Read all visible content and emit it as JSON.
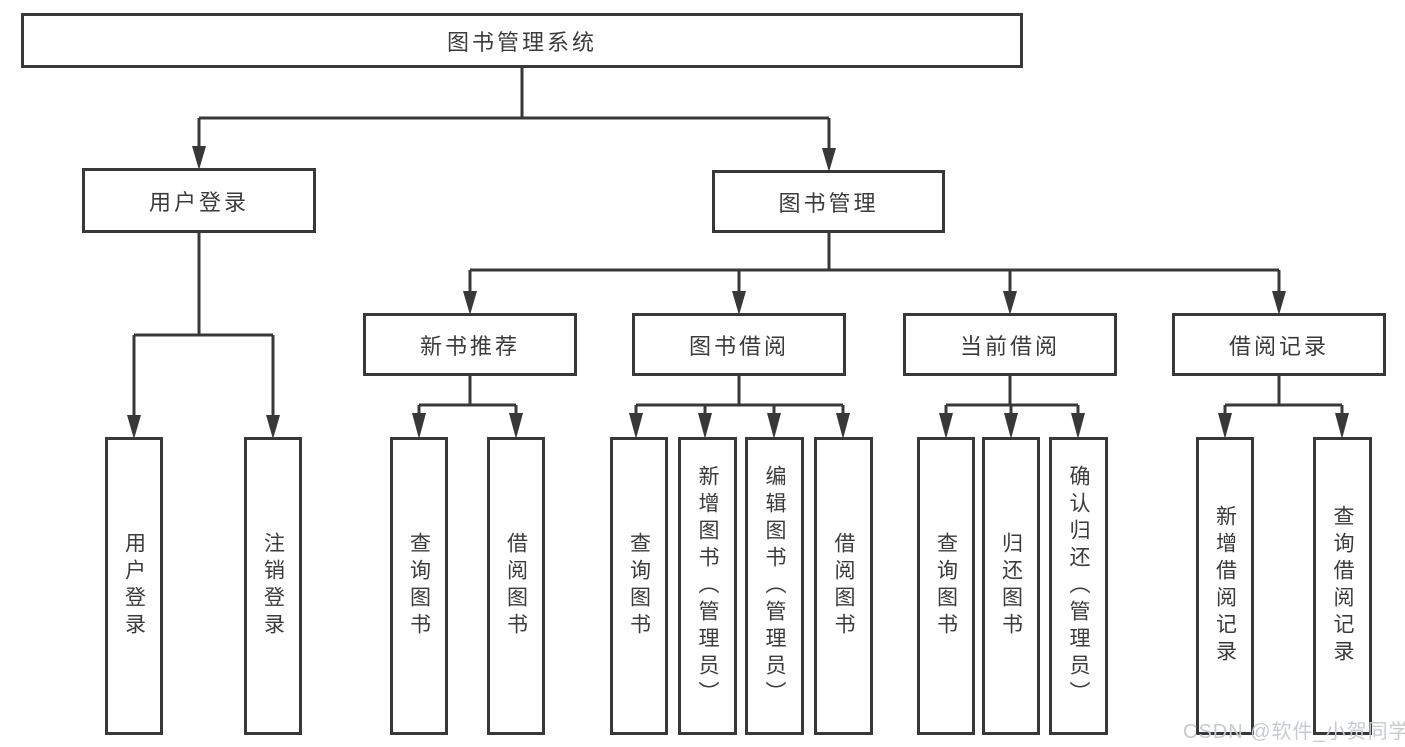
{
  "diagram": {
    "title": "图书管理系统",
    "tree": {
      "root": {
        "label": "图书管理系统"
      },
      "branches": [
        {
          "label": "用户登录",
          "children": [
            {
              "label": "用户登录"
            },
            {
              "label": "注销登录"
            }
          ]
        },
        {
          "label": "图书管理",
          "children": [
            {
              "label": "新书推荐",
              "children": [
                {
                  "label": "查询图书"
                },
                {
                  "label": "借阅图书"
                }
              ]
            },
            {
              "label": "图书借阅",
              "children": [
                {
                  "label": "查询图书"
                },
                {
                  "label": "新增图书（管理员）"
                },
                {
                  "label": "编辑图书（管理员）"
                },
                {
                  "label": "借阅图书"
                }
              ]
            },
            {
              "label": "当前借阅",
              "children": [
                {
                  "label": "查询图书"
                },
                {
                  "label": "归还图书"
                },
                {
                  "label": "确认归还（管理员）"
                }
              ]
            },
            {
              "label": "借阅记录",
              "children": [
                {
                  "label": "新增借阅记录"
                },
                {
                  "label": "查询借阅记录"
                }
              ]
            }
          ]
        }
      ]
    },
    "colors": {
      "line": "#383838",
      "text": "#3b3b3b",
      "box_background": "#ffffff",
      "watermark": "#c6cad1"
    }
  },
  "watermark": {
    "text": "CSDN @软件_小贺同学"
  }
}
